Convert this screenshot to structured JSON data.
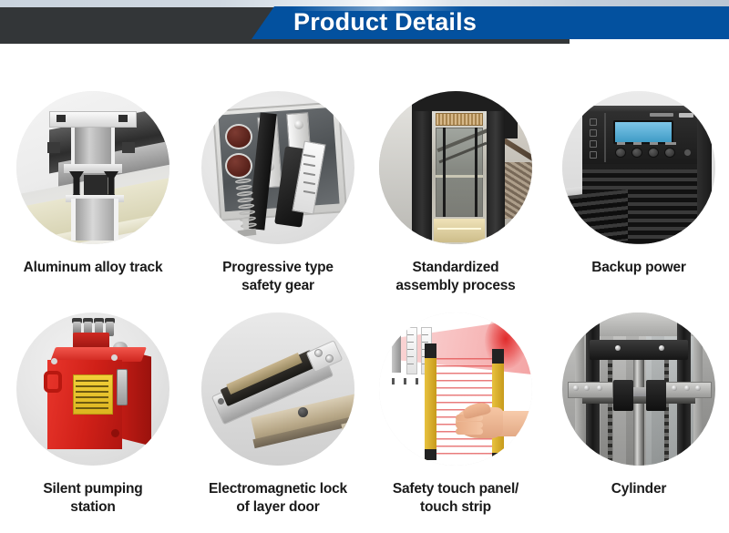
{
  "header": {
    "title": "Product  Details",
    "bar_color": "#333638",
    "accent_color": "#03519f",
    "title_color": "#ffffff"
  },
  "products": [
    {
      "id": "aluminum-alloy-track",
      "image": "aluminum-alloy-track-photo",
      "caption_lines": [
        "Aluminum alloy track"
      ]
    },
    {
      "id": "progressive-type-safety-gear",
      "image": "progressive-safety-gear-photo",
      "caption_lines": [
        "Progressive type",
        "safety gear"
      ]
    },
    {
      "id": "standardized-assembly-process",
      "image": "elevator-cabin-photo",
      "caption_lines": [
        "Standardized",
        "assembly process"
      ]
    },
    {
      "id": "backup-power",
      "image": "ups-backup-power-photo",
      "caption_lines": [
        "Backup power"
      ]
    },
    {
      "id": "silent-pumping-station",
      "image": "red-pumping-station-photo",
      "caption_lines": [
        "Silent pumping",
        "station"
      ]
    },
    {
      "id": "electromagnetic-lock",
      "image": "electromagnetic-lock-photo",
      "caption_lines": [
        "Electromagnetic  lock",
        "of layer door"
      ]
    },
    {
      "id": "safety-touch-panel",
      "image": "safety-light-curtain-photo",
      "caption_lines": [
        "Safety touch panel/",
        "touch strip"
      ]
    },
    {
      "id": "cylinder",
      "image": "hydraulic-cylinder-photo",
      "caption_lines": [
        "Cylinder"
      ]
    }
  ]
}
